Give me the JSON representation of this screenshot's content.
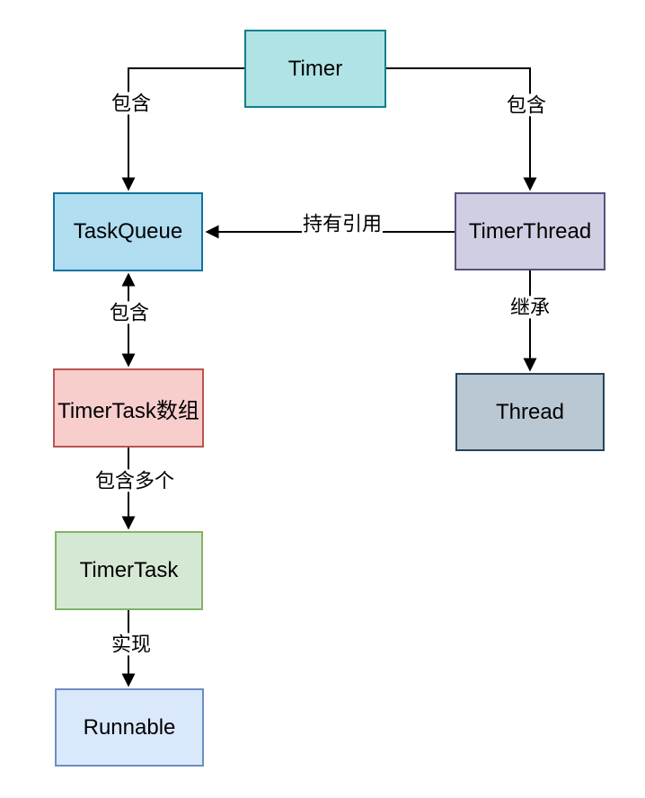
{
  "diagram": {
    "background_color": "#ffffff",
    "line_color": "#000000",
    "nodes": [
      {
        "id": "timer",
        "label": "Timer",
        "fill": "#b0e3e6",
        "stroke": "#0e8088"
      },
      {
        "id": "taskqueue",
        "label": "TaskQueue",
        "fill": "#b1ddf0",
        "stroke": "#10739e"
      },
      {
        "id": "timerthread",
        "label": "TimerThread",
        "fill": "#d0cee2",
        "stroke": "#56517e"
      },
      {
        "id": "timertask-array",
        "label": "TimerTask数组",
        "fill": "#f8cecc",
        "stroke": "#b85450"
      },
      {
        "id": "thread",
        "label": "Thread",
        "fill": "#bac8d3",
        "stroke": "#23445d"
      },
      {
        "id": "timertask",
        "label": "TimerTask",
        "fill": "#d5e8d4",
        "stroke": "#82b366"
      },
      {
        "id": "runnable",
        "label": "Runnable",
        "fill": "#dae8fc",
        "stroke": "#6c8ebf"
      }
    ],
    "edges": [
      {
        "id": "timer-taskqueue",
        "from": "Timer",
        "to": "TaskQueue",
        "label": "包含",
        "bidirectional": false
      },
      {
        "id": "timer-timerthread",
        "from": "Timer",
        "to": "TimerThread",
        "label": "包含",
        "bidirectional": false
      },
      {
        "id": "timerthread-taskqueue",
        "from": "TimerThread",
        "to": "TaskQueue",
        "label": "持有引用",
        "bidirectional": false
      },
      {
        "id": "taskqueue-timertask-array",
        "from": "TaskQueue",
        "to": "TimerTask数组",
        "label": "包含",
        "bidirectional": true
      },
      {
        "id": "timerthread-thread",
        "from": "TimerThread",
        "to": "Thread",
        "label": "继承",
        "bidirectional": false
      },
      {
        "id": "timertask-array-timertask",
        "from": "TimerTask数组",
        "to": "TimerTask",
        "label": "包含多个",
        "bidirectional": false
      },
      {
        "id": "timertask-runnable",
        "from": "TimerTask",
        "to": "Runnable",
        "label": "实现",
        "bidirectional": false
      }
    ]
  }
}
